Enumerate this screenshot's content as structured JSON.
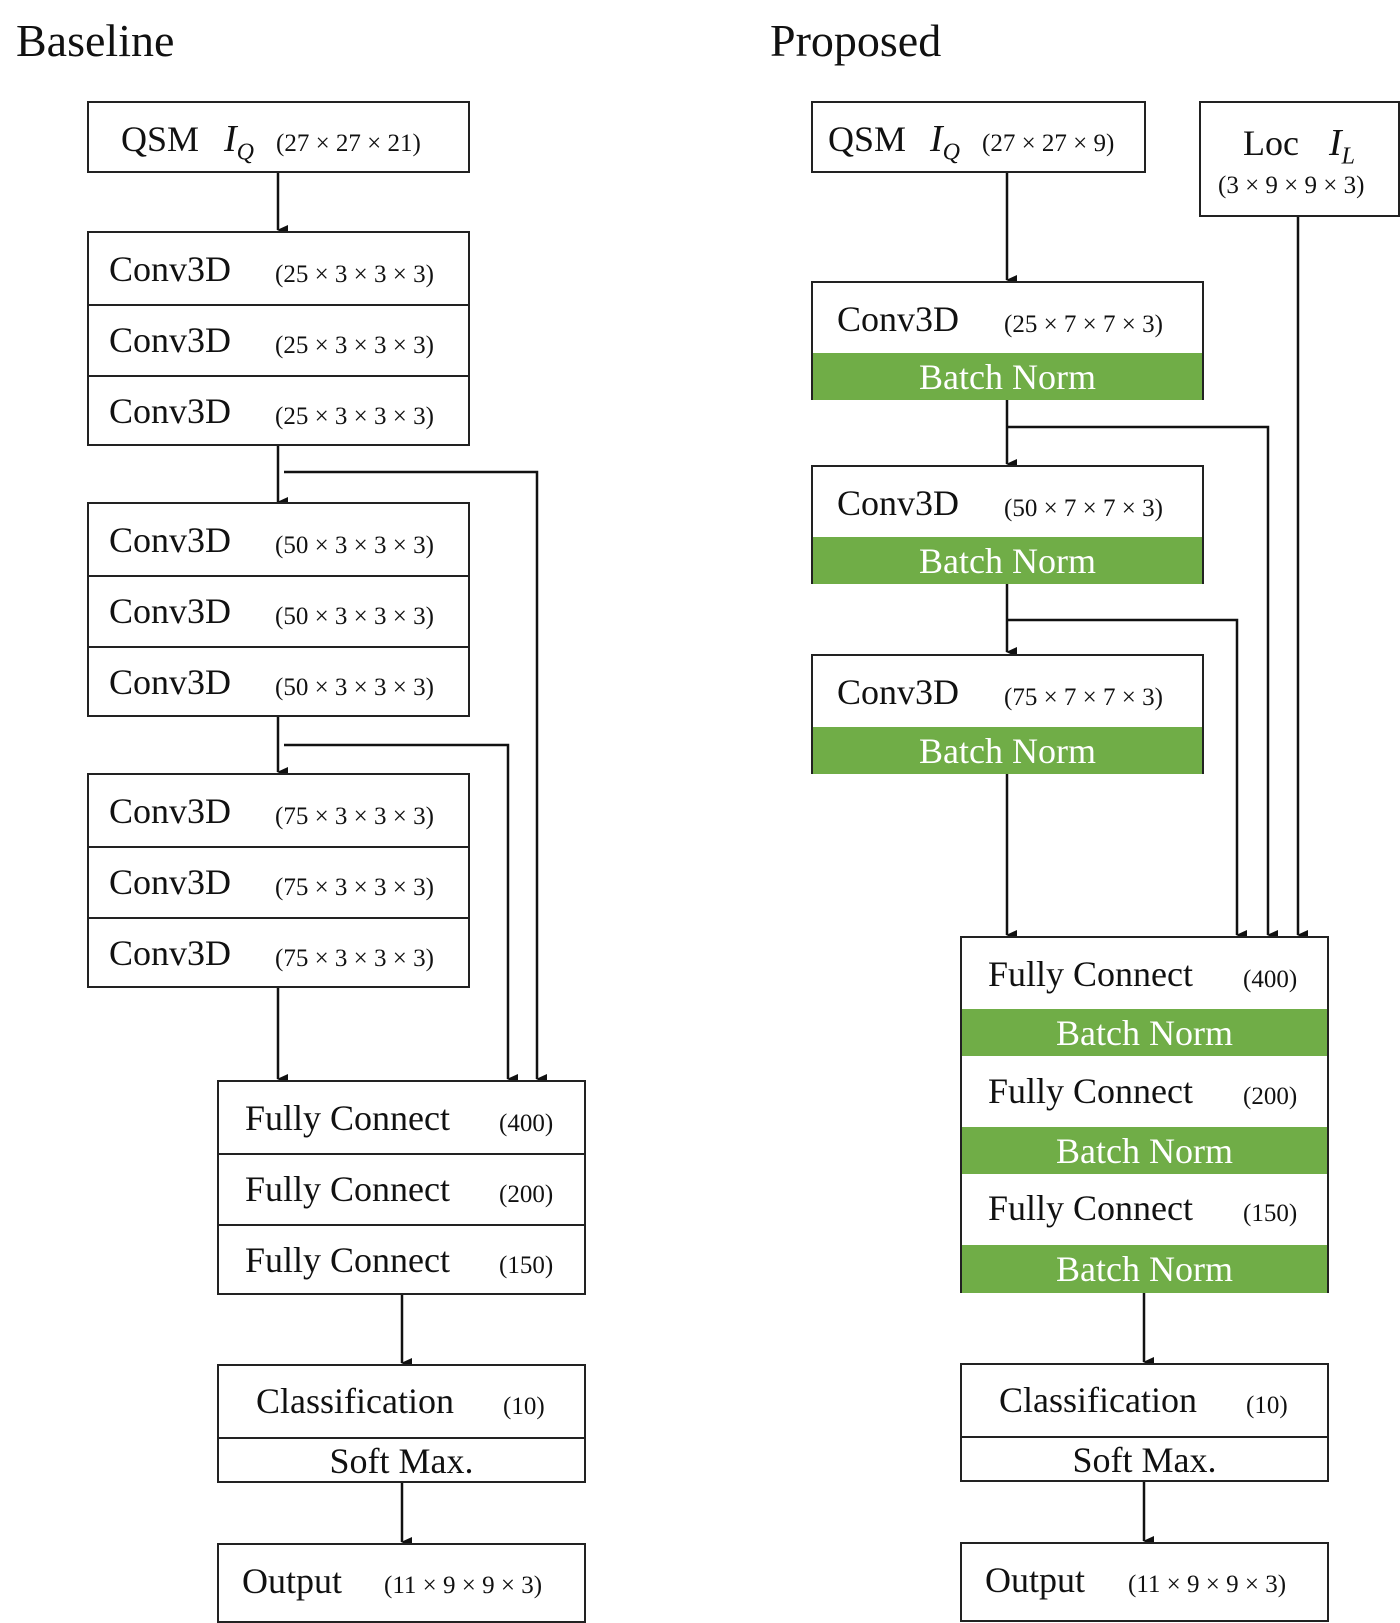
{
  "baseline": {
    "title": "Baseline",
    "input": {
      "name": "QSM",
      "var": "I",
      "sub": "Q",
      "dims": "(27 × 27 × 21)"
    },
    "conv_layers": [
      {
        "name": "Conv3D",
        "dims": "(25 × 3 × 3 × 3)"
      },
      {
        "name": "Conv3D",
        "dims": "(25 × 3 × 3 × 3)"
      },
      {
        "name": "Conv3D",
        "dims": "(25 × 3 × 3 × 3)"
      },
      {
        "name": "Conv3D",
        "dims": "(50 × 3 × 3 × 3)"
      },
      {
        "name": "Conv3D",
        "dims": "(50 × 3 × 3 × 3)"
      },
      {
        "name": "Conv3D",
        "dims": "(50 × 3 × 3 × 3)"
      },
      {
        "name": "Conv3D",
        "dims": "(75 × 3 × 3 × 3)"
      },
      {
        "name": "Conv3D",
        "dims": "(75 × 3 × 3 × 3)"
      },
      {
        "name": "Conv3D",
        "dims": "(75 × 3 × 3 × 3)"
      }
    ],
    "fc_layers": [
      {
        "name": "Fully Connect",
        "dims": "(400)"
      },
      {
        "name": "Fully Connect",
        "dims": "(200)"
      },
      {
        "name": "Fully Connect",
        "dims": "(150)"
      }
    ],
    "classification": {
      "name": "Classification",
      "dims": "(10)"
    },
    "softmax": "Soft Max.",
    "output": {
      "name": "Output",
      "dims": "(11 × 9 × 9 × 3)"
    }
  },
  "proposed": {
    "title": "Proposed",
    "input": {
      "name": "QSM",
      "var": "I",
      "sub": "Q",
      "dims": "(27 × 27 × 9)"
    },
    "loc_input": {
      "name": "Loc",
      "var": "I",
      "sub": "L",
      "dims": "(3 × 9 × 9 × 3)"
    },
    "conv_layers": [
      {
        "name": "Conv3D",
        "dims": "(25 × 7 × 7 × 3)"
      },
      {
        "name": "Conv3D",
        "dims": "(50 × 7 × 7 × 3)"
      },
      {
        "name": "Conv3D",
        "dims": "(75 × 7 × 7 × 3)"
      }
    ],
    "batch_norm": "Batch Norm",
    "fc_layers": [
      {
        "name": "Fully Connect",
        "dims": "(400)"
      },
      {
        "name": "Fully Connect",
        "dims": "(200)"
      },
      {
        "name": "Fully Connect",
        "dims": "(150)"
      }
    ],
    "classification": {
      "name": "Classification",
      "dims": "(10)"
    },
    "softmax": "Soft Max.",
    "output": {
      "name": "Output",
      "dims": "(11 × 9 × 9 × 3)"
    }
  },
  "colors": {
    "batch_norm_fill": "#70ad47",
    "stroke": "#222222"
  }
}
